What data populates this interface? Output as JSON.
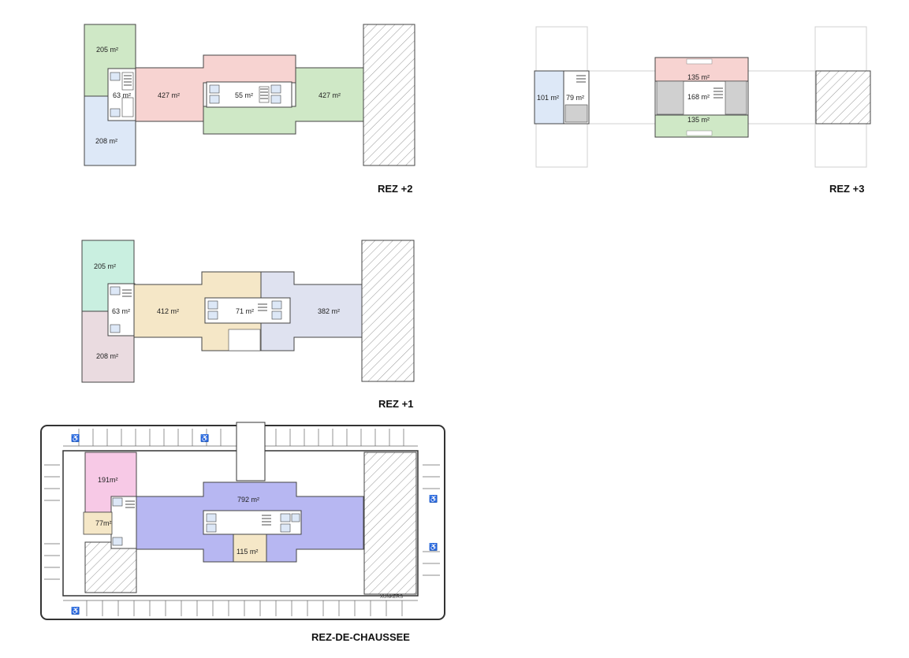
{
  "floors": {
    "rez2": {
      "title": "REZ +2",
      "areas": [
        "205 m²",
        "63 m²",
        "427 m²",
        "55 m²",
        "427 m²",
        "208 m²"
      ]
    },
    "rez3": {
      "title": "REZ +3",
      "areas": [
        "101 m²",
        "79 m²",
        "135 m²",
        "168 m²",
        "135 m²"
      ]
    },
    "rez1": {
      "title": "REZ +1",
      "areas": [
        "205 m²",
        "63 m²",
        "412 m²",
        "71 m²",
        "382 m²",
        "208 m²"
      ]
    },
    "rdc": {
      "title": "REZ-DE-CHAUSSEE",
      "areas": [
        "191m²",
        "77m²",
        "792 m²",
        "115 m²"
      ],
      "note": "XUNKERS"
    }
  },
  "colors": {
    "green": "#cfe8c6",
    "blue": "#dde8f7",
    "red": "#f7d3d1",
    "mint": "#c9efe0",
    "beige": "#f5e7c7",
    "lavender": "#dfe2f0",
    "mauve": "#eadbe0",
    "pink": "#f7c9e6",
    "violet": "#b7b7f2",
    "grey": "#d0d0d0",
    "line": "#444444"
  }
}
